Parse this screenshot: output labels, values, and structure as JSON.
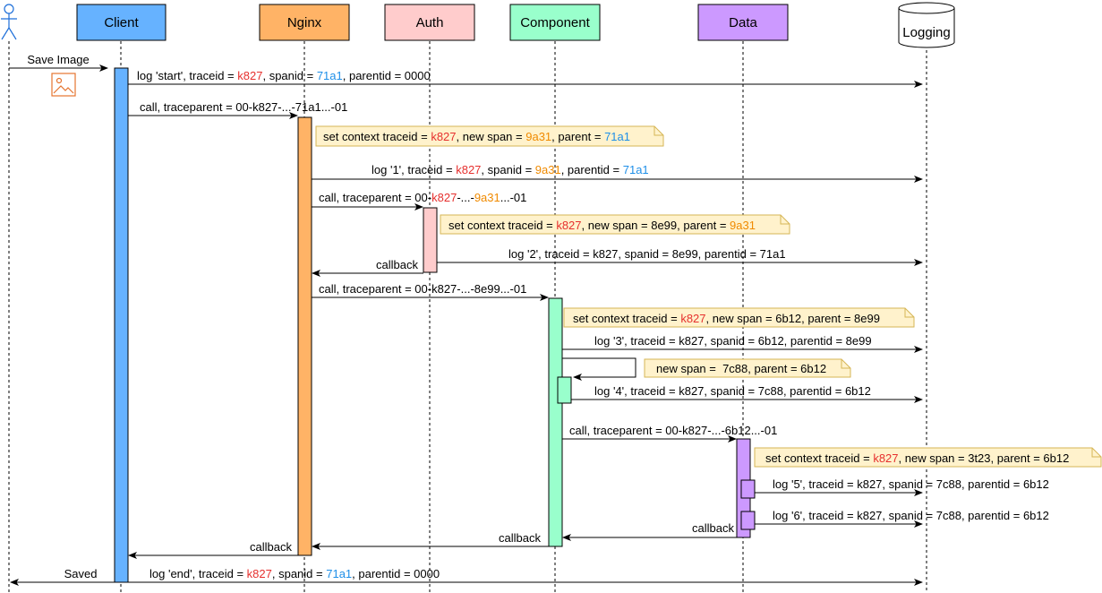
{
  "participants": {
    "client": {
      "label": "Client",
      "color": "#66B2FF"
    },
    "nginx": {
      "label": "Nginx",
      "color": "#FFB366"
    },
    "auth": {
      "label": "Auth",
      "color": "#FFCCCC"
    },
    "component": {
      "label": "Component",
      "color": "#99FFCC"
    },
    "data": {
      "label": "Data",
      "color": "#CC99FF"
    },
    "logging": {
      "label": "Logging"
    }
  },
  "colors": {
    "traceid": "#E6302E",
    "span_blue": "#1E8FE8",
    "span_orange": "#F08A00",
    "note_fill": "#FFF2CC",
    "note_stroke": "#D6B656"
  },
  "messages": {
    "save_image": "Save Image",
    "log_start": [
      "log 'start', traceid = ",
      "k827",
      ", spanid = ",
      "71a1",
      ", parentid = 0000"
    ],
    "call_nginx": "call, traceparent = 00-k827-...-71a1...-01",
    "note_nginx": [
      "set context traceid = ",
      "k827",
      ", new span = ",
      "9a31",
      ", parent = ",
      "71a1"
    ],
    "log_1": [
      "log '1', traceid = ",
      "k827",
      ", spanid = ",
      "9a31",
      ", parentid = ",
      "71a1"
    ],
    "call_auth": [
      "call, traceparent = 00-",
      "k827",
      "-...-",
      "9a31",
      "...-01"
    ],
    "note_auth": [
      "set context traceid = ",
      "k827",
      ", new span = 8e99, parent = ",
      "9a31"
    ],
    "log_2": "log '2', traceid = k827, spanid = 8e99, parentid = 71a1",
    "callback_auth": "callback",
    "call_component": "call, traceparent = 00-k827-...-8e99...-01",
    "note_component": [
      "set context traceid = ",
      "k827",
      ", new span = 6b12, parent = 8e99"
    ],
    "log_3": "log '3', traceid = k827, spanid = 6b12, parentid = 8e99",
    "note_self": "new span =  7c88, parent = 6b12",
    "log_4": "log '4', traceid = k827, spanid = 7c88, parentid = 6b12",
    "call_data": "call, traceparent = 00-k827-...-6b12...-01",
    "note_data": [
      "set context traceid = ",
      "k827",
      ", new span = 3t23, parent = 6b12"
    ],
    "log_5": "log '5', traceid = k827, spanid = 7c88, parentid = 6b12",
    "log_6": "log '6', traceid = k827, spanid = 7c88, parentid = 6b12",
    "callback_data": "callback",
    "callback_component": "callback",
    "callback_nginx": "callback",
    "saved": "Saved",
    "log_end": [
      "log 'end', traceid = ",
      "k827",
      ", spanid = ",
      "71a1",
      ", parentid = 0000"
    ]
  }
}
